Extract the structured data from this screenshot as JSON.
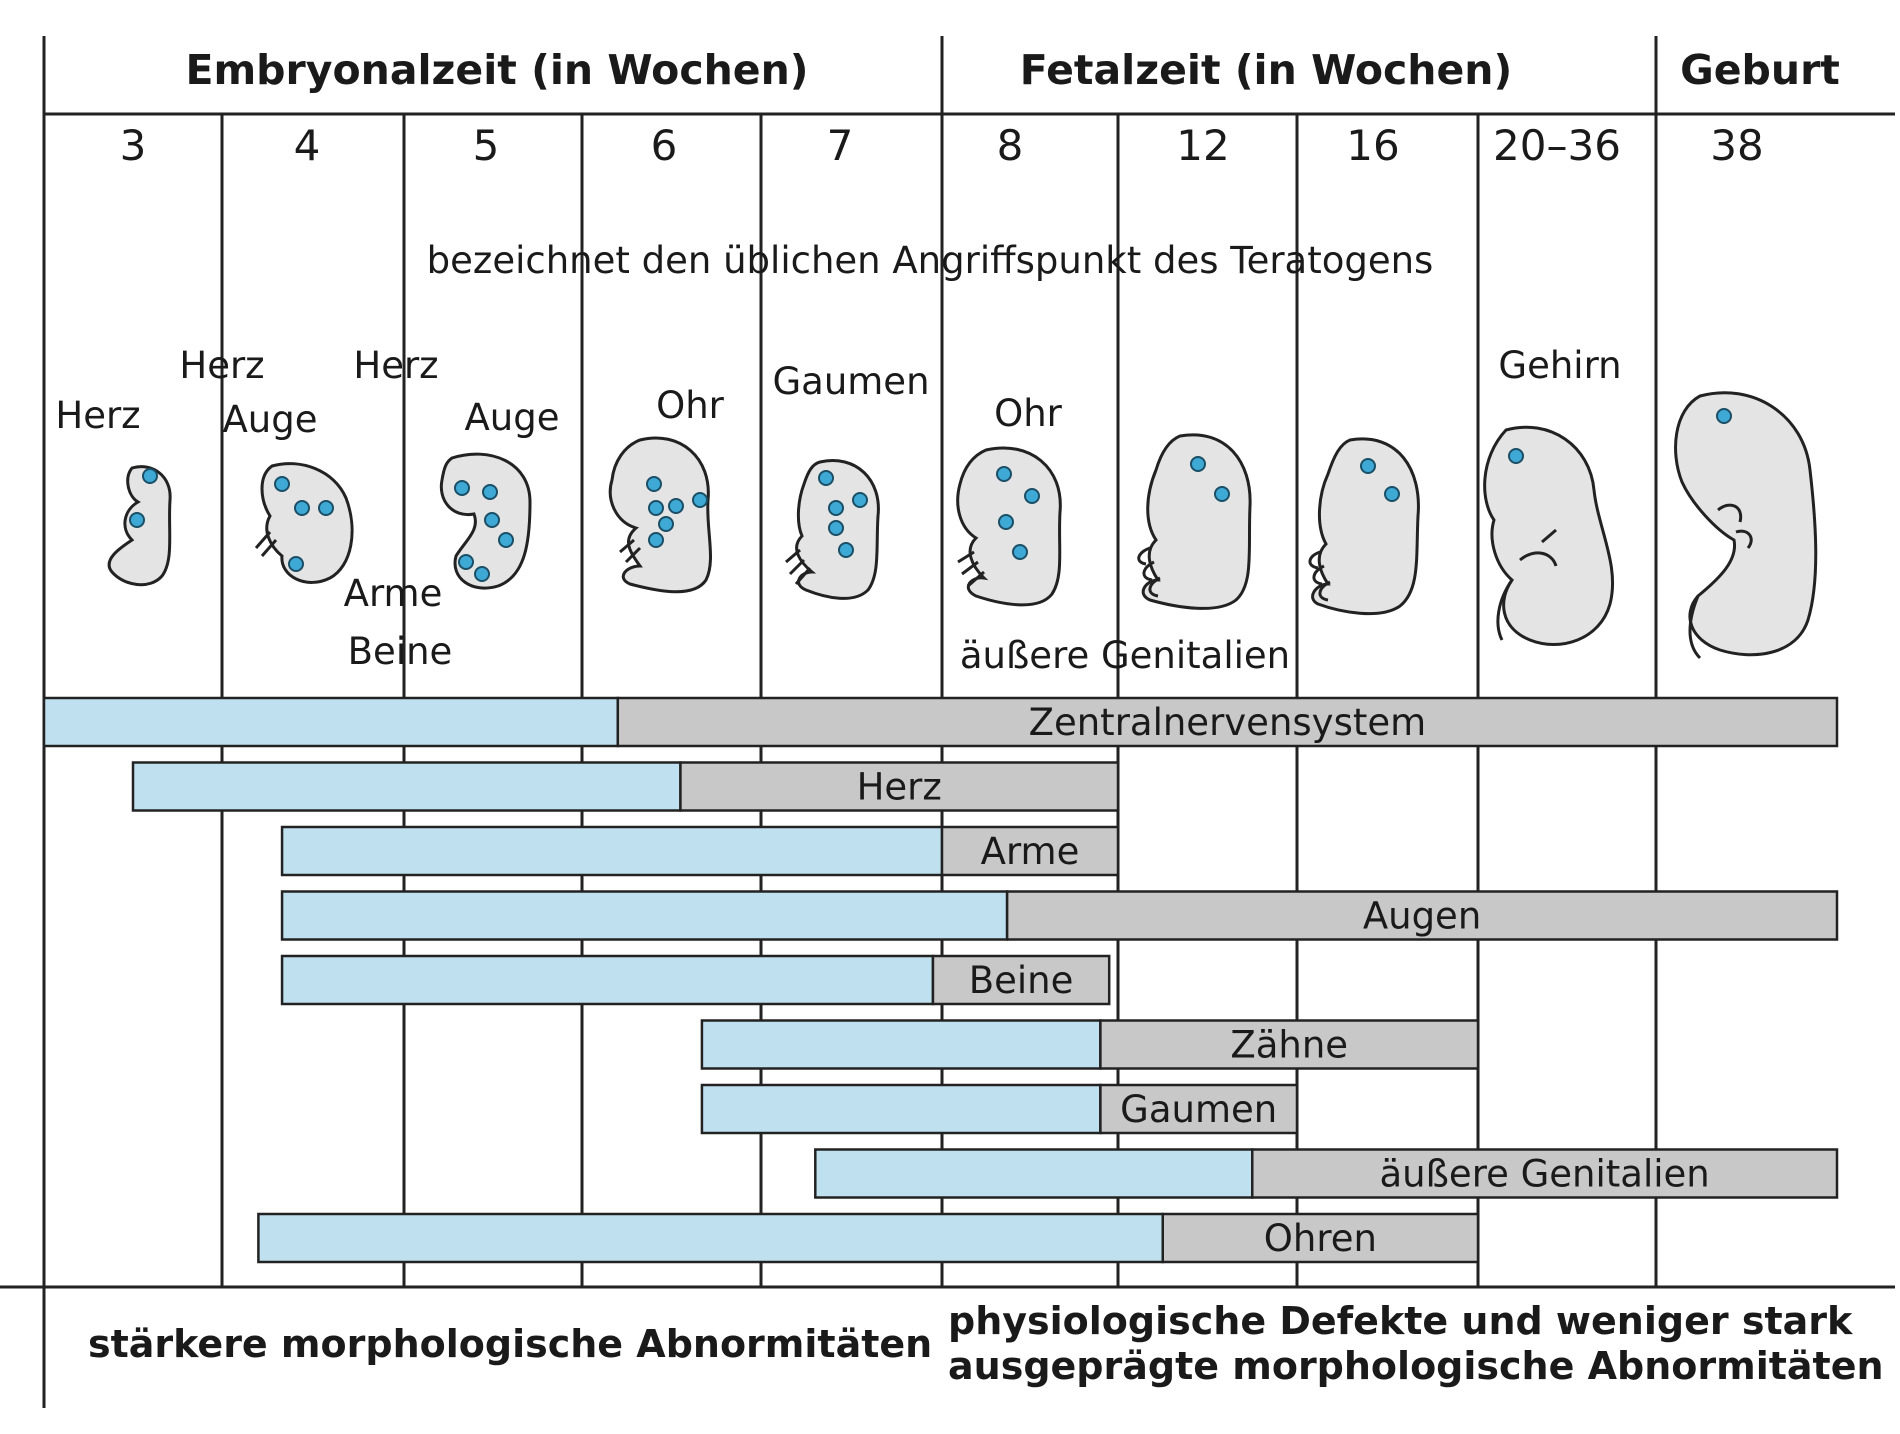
{
  "header": {
    "embryo_period": "Embryonalzeit (in Wochen)",
    "fetal_period": "Fetalzeit (in Wochen)",
    "birth": "Geburt"
  },
  "weeks": [
    "3",
    "4",
    "5",
    "6",
    "7",
    "8",
    "12",
    "16",
    "20–36",
    "38"
  ],
  "legend_text": "bezeichnet den üblichen Angriffspunkt des Teratogens",
  "colors": {
    "sensitive_period": "#bfe1ef",
    "less_sensitive_period": "#c8c8c8",
    "teratogen_dot": "#3fa9d6",
    "embryo_fill": "#e4e4e4"
  },
  "stage_labels": {
    "herz_w3": "Herz",
    "herz_w4": "Herz",
    "auge_w4": "Auge",
    "herz_w5": "Herz",
    "auge_w5": "Auge",
    "ohr_w6": "Ohr",
    "gaumen_w7": "Gaumen",
    "ohr_w8": "Ohr",
    "gehirn_w20": "Gehirn",
    "arme": "Arme",
    "beine": "Beine",
    "genitalien": "äußere Genitalien"
  },
  "organs": [
    {
      "name": "Zentralnervensystem",
      "sensitive": [
        0,
        3.2
      ],
      "less": [
        3.2,
        10
      ]
    },
    {
      "name": "Herz",
      "sensitive": [
        0.5,
        3.55
      ],
      "less": [
        3.55,
        6
      ]
    },
    {
      "name": "Arme",
      "sensitive": [
        1.33,
        5
      ],
      "less": [
        5,
        6
      ]
    },
    {
      "name": "Augen",
      "sensitive": [
        1.33,
        5.37
      ],
      "less": [
        5.37,
        10
      ]
    },
    {
      "name": "Beine",
      "sensitive": [
        1.33,
        4.95
      ],
      "less": [
        4.95,
        5.95
      ]
    },
    {
      "name": "Zähne",
      "sensitive": [
        3.67,
        5.9
      ],
      "less": [
        5.9,
        8
      ]
    },
    {
      "name": "Gaumen",
      "sensitive": [
        3.67,
        5.9
      ],
      "less": [
        5.9,
        7
      ]
    },
    {
      "name": "äußere Genitalien",
      "sensitive": [
        4.3,
        6.75
      ],
      "less": [
        6.75,
        10
      ]
    },
    {
      "name": "Ohren",
      "sensitive": [
        1.2,
        6.25
      ],
      "less": [
        6.25,
        8
      ]
    }
  ],
  "footer": {
    "left": "stärkere morphologische Abnormitäten",
    "right_line1": "physiologische Defekte und weniger stark",
    "right_line2": "ausgeprägte morphologische Abnormitäten"
  }
}
